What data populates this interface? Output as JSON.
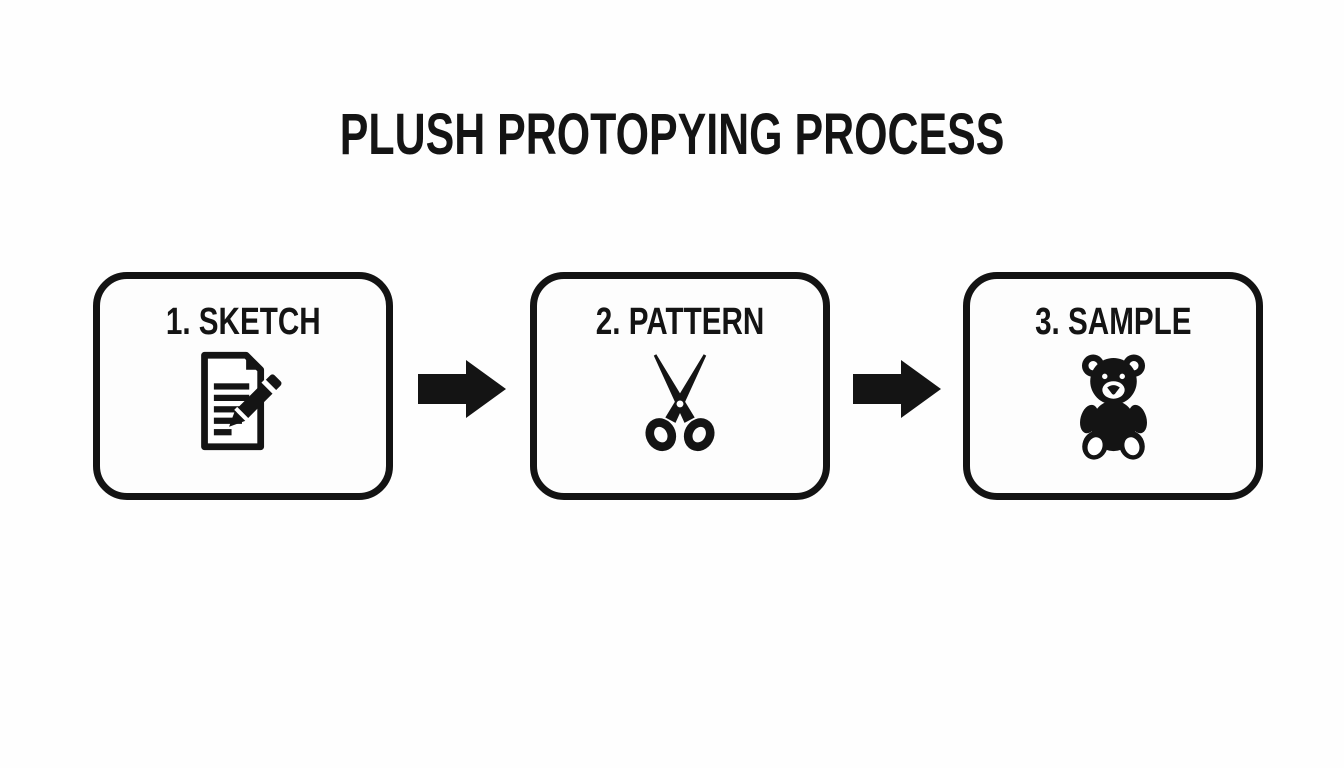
{
  "title": "PLUSH PROTOPYING PROCESS",
  "steps": [
    {
      "number": "1",
      "label": "1. SKETCH",
      "icon": "sketch-document-pencil-icon"
    },
    {
      "number": "2",
      "label": "2. PATTERN",
      "icon": "scissors-icon"
    },
    {
      "number": "3",
      "label": "3. SAMPLE",
      "icon": "teddy-bear-icon"
    }
  ],
  "connectors": [
    {
      "icon": "right-arrow-icon"
    },
    {
      "icon": "right-arrow-icon"
    }
  ],
  "colors": {
    "ink": "#141414",
    "background": "#fefefe",
    "box_border": "#131313",
    "box_fill": "#fdfdfd"
  }
}
